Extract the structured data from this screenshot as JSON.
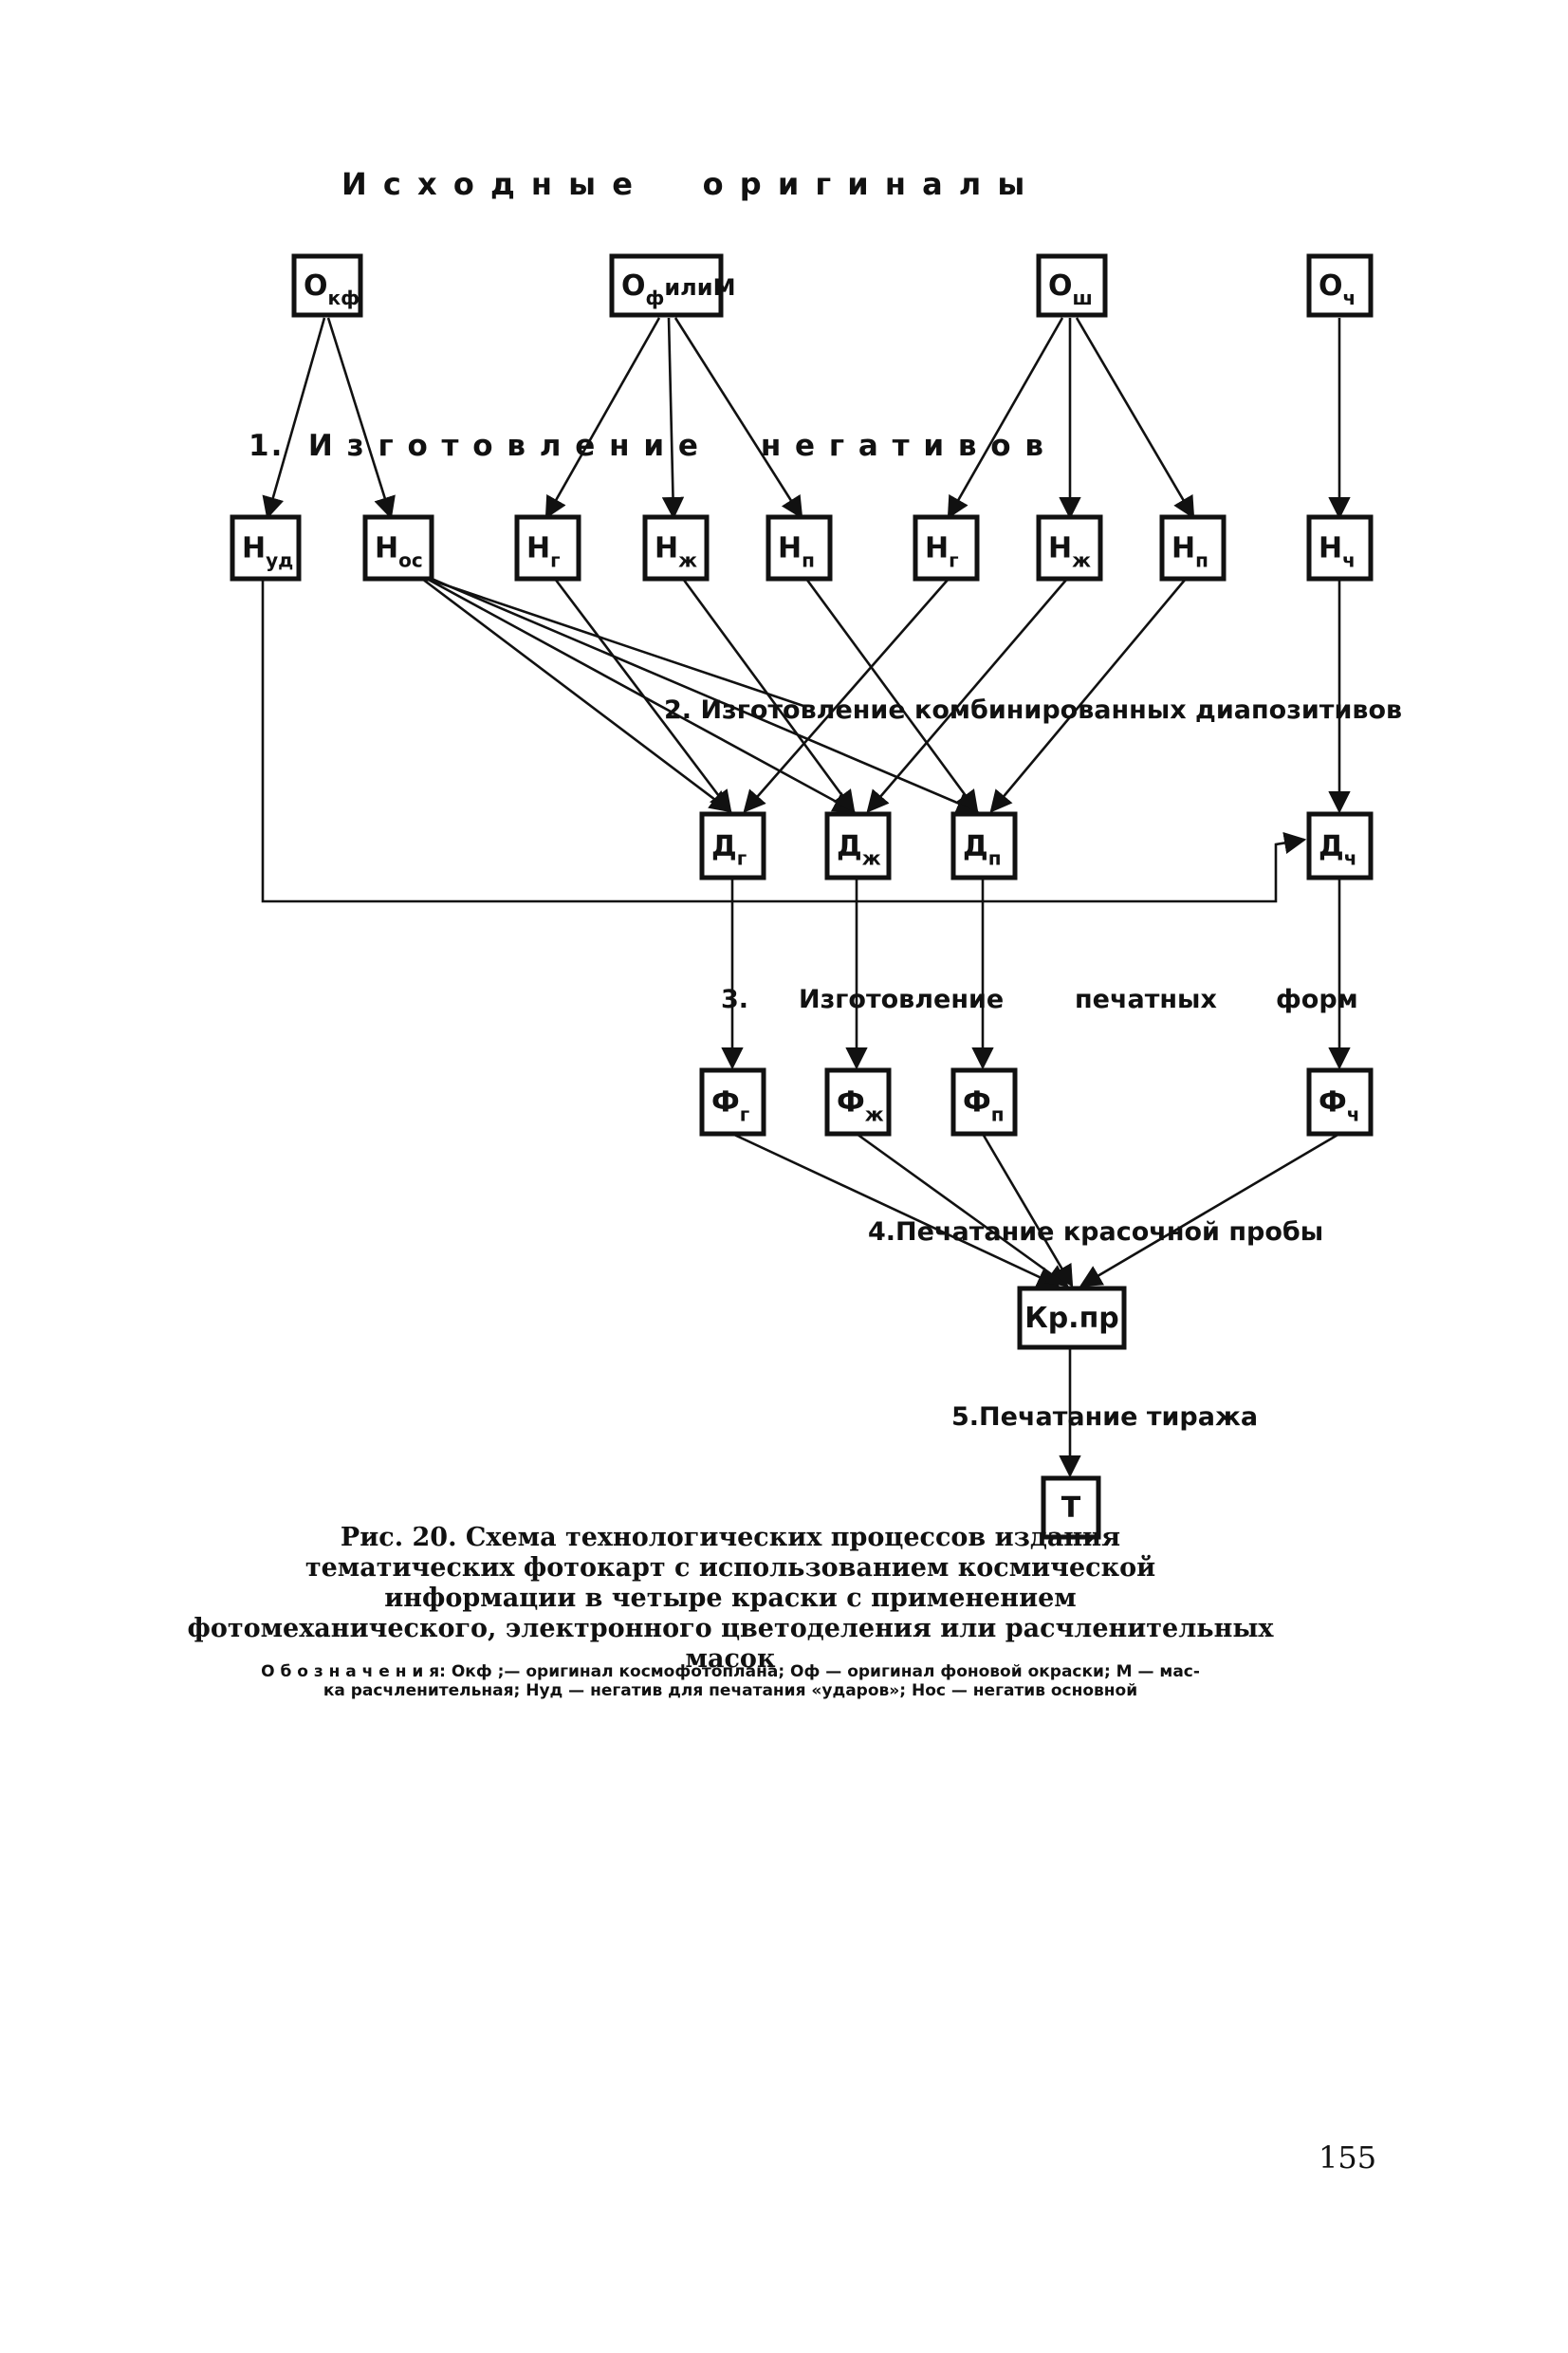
{
  "heading": "И с х о д н ы е     о р и г и н а л ы",
  "stages": {
    "s1": "1.  И з г о т о в л е н и е     н е г а т и в о в",
    "s2": "2. Изготовление комбинированных диапозитивов",
    "s3_num": "3.",
    "s3_w1": "Изготовление",
    "s3_w2": "печатных",
    "s3_w3": "форм",
    "s4": "4.Печатание красочной пробы",
    "s5": "5.Печатание тиража"
  },
  "nodes": {
    "okf": {
      "main": "О",
      "sub": "кф"
    },
    "of": {
      "main": "О",
      "sub": "ф",
      "tail": "илиМ"
    },
    "osh": {
      "main": "О",
      "sub": "ш"
    },
    "och": {
      "main": "О",
      "sub": "ч"
    },
    "nud": {
      "main": "Н",
      "sub": "уд"
    },
    "nos": {
      "main": "Н",
      "sub": "ос"
    },
    "ng1": {
      "main": "Н",
      "sub": "г"
    },
    "nzh1": {
      "main": "Н",
      "sub": "ж"
    },
    "np1": {
      "main": "Н",
      "sub": "п"
    },
    "ng2": {
      "main": "Н",
      "sub": "г"
    },
    "nzh2": {
      "main": "Н",
      "sub": "ж"
    },
    "np2": {
      "main": "Н",
      "sub": "п"
    },
    "nch": {
      "main": "Н",
      "sub": "ч"
    },
    "dg": {
      "main": "Д",
      "sub": "г"
    },
    "dzh": {
      "main": "Д",
      "sub": "ж"
    },
    "dp": {
      "main": "Д",
      "sub": "п"
    },
    "dch": {
      "main": "Д",
      "sub": "ч"
    },
    "fg": {
      "main": "Ф",
      "sub": "г"
    },
    "fzh": {
      "main": "Ф",
      "sub": "ж"
    },
    "fp": {
      "main": "Ф",
      "sub": "п"
    },
    "fch": {
      "main": "Ф",
      "sub": "ч"
    },
    "krpr": {
      "main": "Кр.пр"
    },
    "t": {
      "main": "Т"
    }
  },
  "caption": {
    "line1": "Рис. 20. Схема технологических процессов издания",
    "line2": "тематических фотокарт с использованием космической",
    "line3": "информации в четыре краски с применением",
    "line4": "фотомеханического, электронного цветоделения или расчленительных масок",
    "legend1": "О б о з н а ч е н и я: Окф ;— оригинал космофотоплана; Оф — оригинал фоновой окраски; М — мас-",
    "legend2": "ка расчленительная; Нуд — негатив для печатания «ударов»; Нос — негатив основной"
  },
  "page_number": "155"
}
